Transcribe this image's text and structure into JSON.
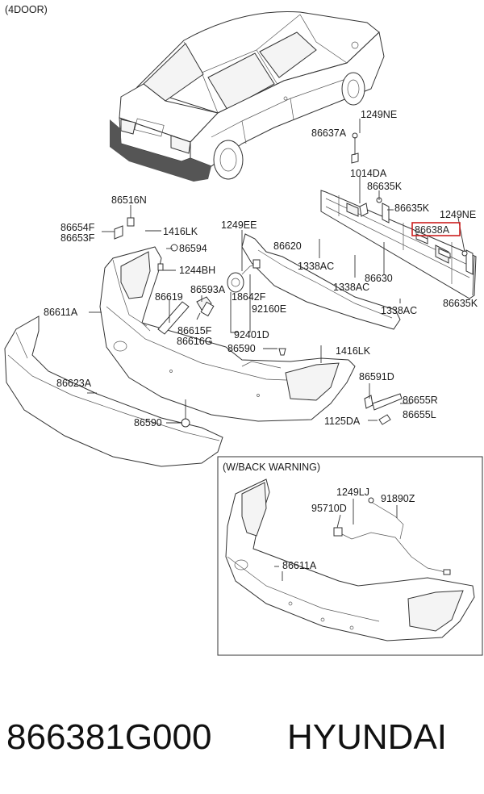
{
  "header": {
    "variant": "(4DOOR)"
  },
  "section_box": {
    "title": "(W/BACK WARNING)"
  },
  "highlight_color": "#cc1f1f",
  "labels": {
    "l1249NE_a": "1249NE",
    "l86637A": "86637A",
    "l1014DA": "1014DA",
    "l86635K_a": "86635K",
    "l86635K_b": "86635K",
    "l1249NE_b": "1249NE",
    "l86638A": "86638A",
    "l86635K_c": "86635K",
    "l86516N": "86516N",
    "l86654F": "86654F",
    "l86653F": "86653F",
    "l1416LK_a": "1416LK",
    "l86594": "86594",
    "l1249EE": "1249EE",
    "l86620": "86620",
    "l1338AC_a": "1338AC",
    "l1338AC_b": "1338AC",
    "l86630": "86630",
    "l1338AC_c": "1338AC",
    "l1244BH": "1244BH",
    "l86593A": "86593A",
    "l86619": "86619",
    "l18642F": "18642F",
    "l92160E": "92160E",
    "l86611A_a": "86611A",
    "l86615F": "86615F",
    "l86616G": "86616G",
    "l92401D": "92401D",
    "l86590_a": "86590",
    "l1416LK_b": "1416LK",
    "l86623A": "86623A",
    "l86591D": "86591D",
    "l86655R": "86655R",
    "l86655L": "86655L",
    "l1125DA": "1125DA",
    "l86590_b": "86590",
    "l1249LJ": "1249LJ",
    "l91890Z": "91890Z",
    "l95710D": "95710D",
    "l86611A_b": "86611A"
  },
  "footer": {
    "part_number": "866381G000",
    "brand": "HYUNDAI"
  }
}
